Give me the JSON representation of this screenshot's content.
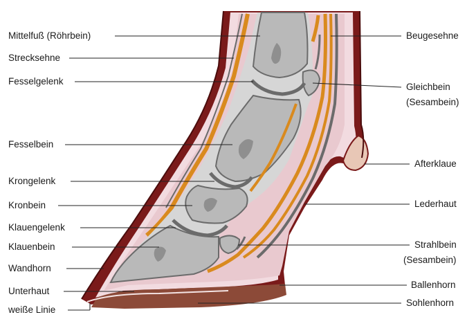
{
  "labels_left": {
    "mittelfuss": "Mittelfuß (Röhrbein)",
    "strecksehne": "Strecksehne",
    "fesselgelenk": "Fesselgelenk",
    "fesselbein": "Fesselbein",
    "krongelenk": "Krongelenk",
    "kronbein": "Kronbein",
    "klauengelenk": "Klauengelenk",
    "klauenbein": "Klauenbein",
    "wandhorn": "Wandhorn",
    "unterhaut": "Unterhaut",
    "weisse_linie": "weiße Linie"
  },
  "labels_right": {
    "beugesehne": "Beugesehne",
    "gleichbein_1": "Gleichbein",
    "gleichbein_2": "(Sesambein)",
    "afterklaue": "Afterklaue",
    "lederhaut": "Lederhaut",
    "strahlbein_1": "Strahlbein",
    "strahlbein_2": "(Sesambein)",
    "ballenhorn": "Ballenhorn",
    "sohlenhorn": "Sohlenhorn"
  },
  "colors": {
    "outer_horn": "#7a1a1a",
    "skin_pink": "#f2dbe0",
    "dermis_pink": "#e9c9cf",
    "bone_gray": "#b9b9b9",
    "bone_inner": "#8f8f8f",
    "joint_dark": "#6b6b6b",
    "tendon_orange": "#d98a1e",
    "sole_brown": "#8c4a38",
    "dewclaw": "#e8c7b6"
  }
}
